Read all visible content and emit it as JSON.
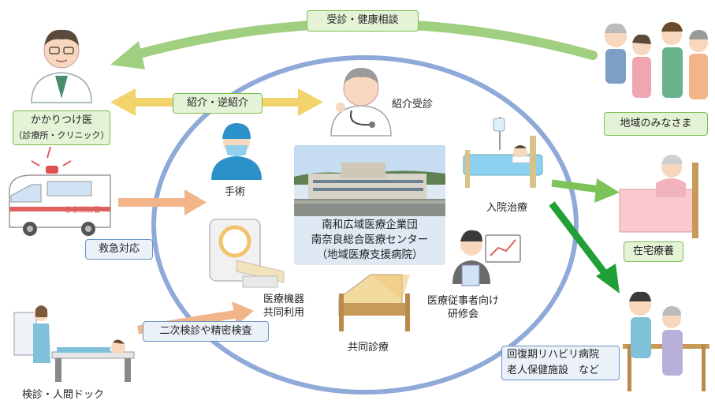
{
  "center": {
    "line1": "南和広域医療企業団",
    "line2": "南奈良総合医療センター",
    "line3": "（地域医療支援病院）"
  },
  "labels": {
    "consult": "受診・健康相談",
    "referral": "紹介・逆紹介",
    "referral_accept": "紹介受診",
    "surgery": "手術",
    "admission": "入院治療",
    "emergency": "救急対応",
    "equipment_1": "医療機器",
    "equipment_2": "共同利用",
    "joint_care": "共同診療",
    "training_1": "医療従事者向け",
    "training_2": "研修会",
    "secondary_exam": "二次検診や精密検査",
    "checkup": "検診・人間ドック",
    "home_care": "在宅療養",
    "community": "地域のみなさま",
    "gp_1": "かかりつけ医",
    "gp_2": "（診療所・クリニック）",
    "rehab_1": "回復期リハビリ病院",
    "rehab_2": "老人保健施設　など",
    "ambulance_text": "〇〇消防署"
  },
  "colors": {
    "ring": "#8fa9d8",
    "arrow_green_light": "#9fcf7f",
    "arrow_green_dark": "#22a038",
    "arrow_yellow": "#f3d36b",
    "arrow_orange": "#f2b58a",
    "box_green_bg": "#e4f2d6",
    "box_blue_bg": "#eaf1f8"
  }
}
